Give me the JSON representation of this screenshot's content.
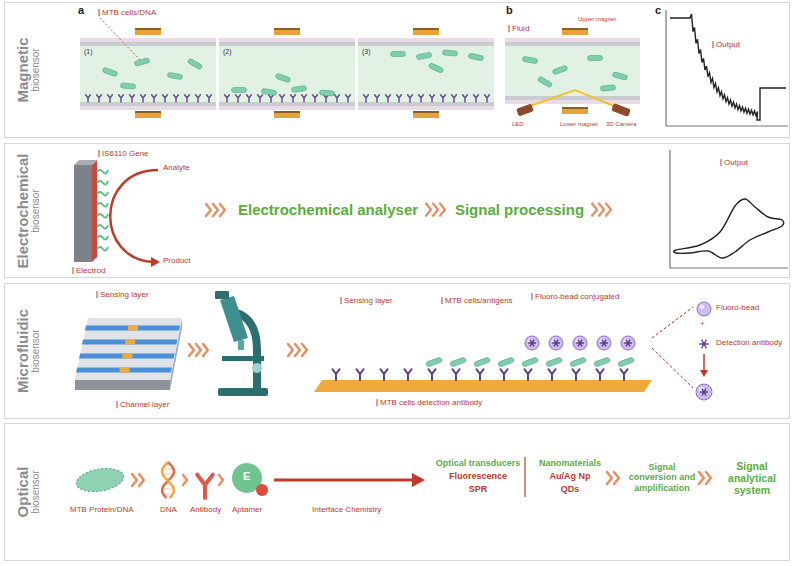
{
  "diagram": {
    "nodes": [
      {
        "text": [
          "Magnetic",
          "biosensor"
        ]
      },
      {
        "text": [
          "Electrochemical",
          "biosensor"
        ]
      },
      {
        "text": [
          "Microfluidic",
          "biosensor"
        ]
      },
      {
        "text": [
          "Optical",
          "biosensor"
        ]
      }
    ],
    "labels": [
      "a",
      "MTB cells/DNA",
      "(1)",
      "(2)",
      "(3)",
      "b",
      "Fluid",
      "Upper magnet",
      "LED",
      "Lower magnet",
      "3D Camera",
      "c",
      "Output",
      "IS6110 Gene",
      "Analyte",
      "Product",
      "Electrod",
      "Electrochemical analyser",
      "Signal processing",
      "Output",
      "Sensing layer",
      "Channel layer",
      "Sensing layer",
      "MTB cells/antigens",
      "Fluoro-bead conjugated",
      "MTB cells detection antibody",
      "Fluoro-bead",
      "+",
      "Detection antibody",
      "MTB Protein/DNA",
      "DNA",
      "Antibody",
      "E",
      "Aptamer",
      "Interface Chemistry",
      "Optical transducers",
      "Fluorescence",
      "SPR",
      "Nanomaterials",
      "Au/Ag Np",
      "QDs",
      "Signal conversion and amplification",
      "Signal analytical system"
    ]
  }
}
